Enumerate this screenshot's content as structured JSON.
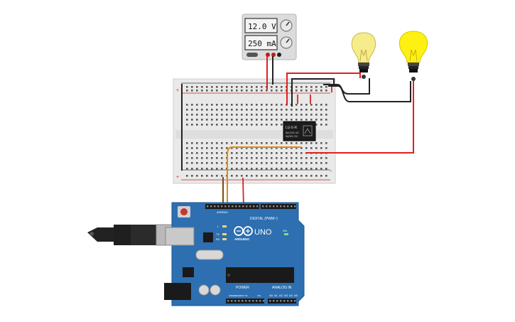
{
  "power_supply": {
    "voltage": "12.0 V",
    "current": "250 mA"
  },
  "relay": {
    "model": "LU-5-R",
    "rating_line1": "5A/120V AC",
    "rating_line2": "5A/30V DC"
  },
  "arduino": {
    "logo_text": "ARDUINO",
    "model": "UNO",
    "on_label": "ON",
    "digital_label": "DIGITAL (PWM~)",
    "power_label": "POWER",
    "analog_label": "ANALOG IN",
    "tx_label": "TX",
    "rx_label": "RX",
    "l_label": "L",
    "aref_label": "AREF",
    "gnd_label": "GND",
    "ioref_label": "IOREF",
    "reset_label": "RESET",
    "v33_label": "3.3V",
    "v5_label": "5V",
    "vin_label": "VIN",
    "a0": "A0",
    "a1": "A1",
    "a2": "A2",
    "a3": "A3",
    "a4": "A4",
    "a5": "A5"
  },
  "colors": {
    "wire_red": "#e02020",
    "wire_black": "#222222",
    "wire_orange": "#e38a0b",
    "wire_brown": "#7a4a12",
    "bulb_pale": "#f6ec8c",
    "bulb_bright": "#fff014",
    "arduino_blue": "#2d6fb0",
    "breadboard": "#e9e9e9"
  }
}
